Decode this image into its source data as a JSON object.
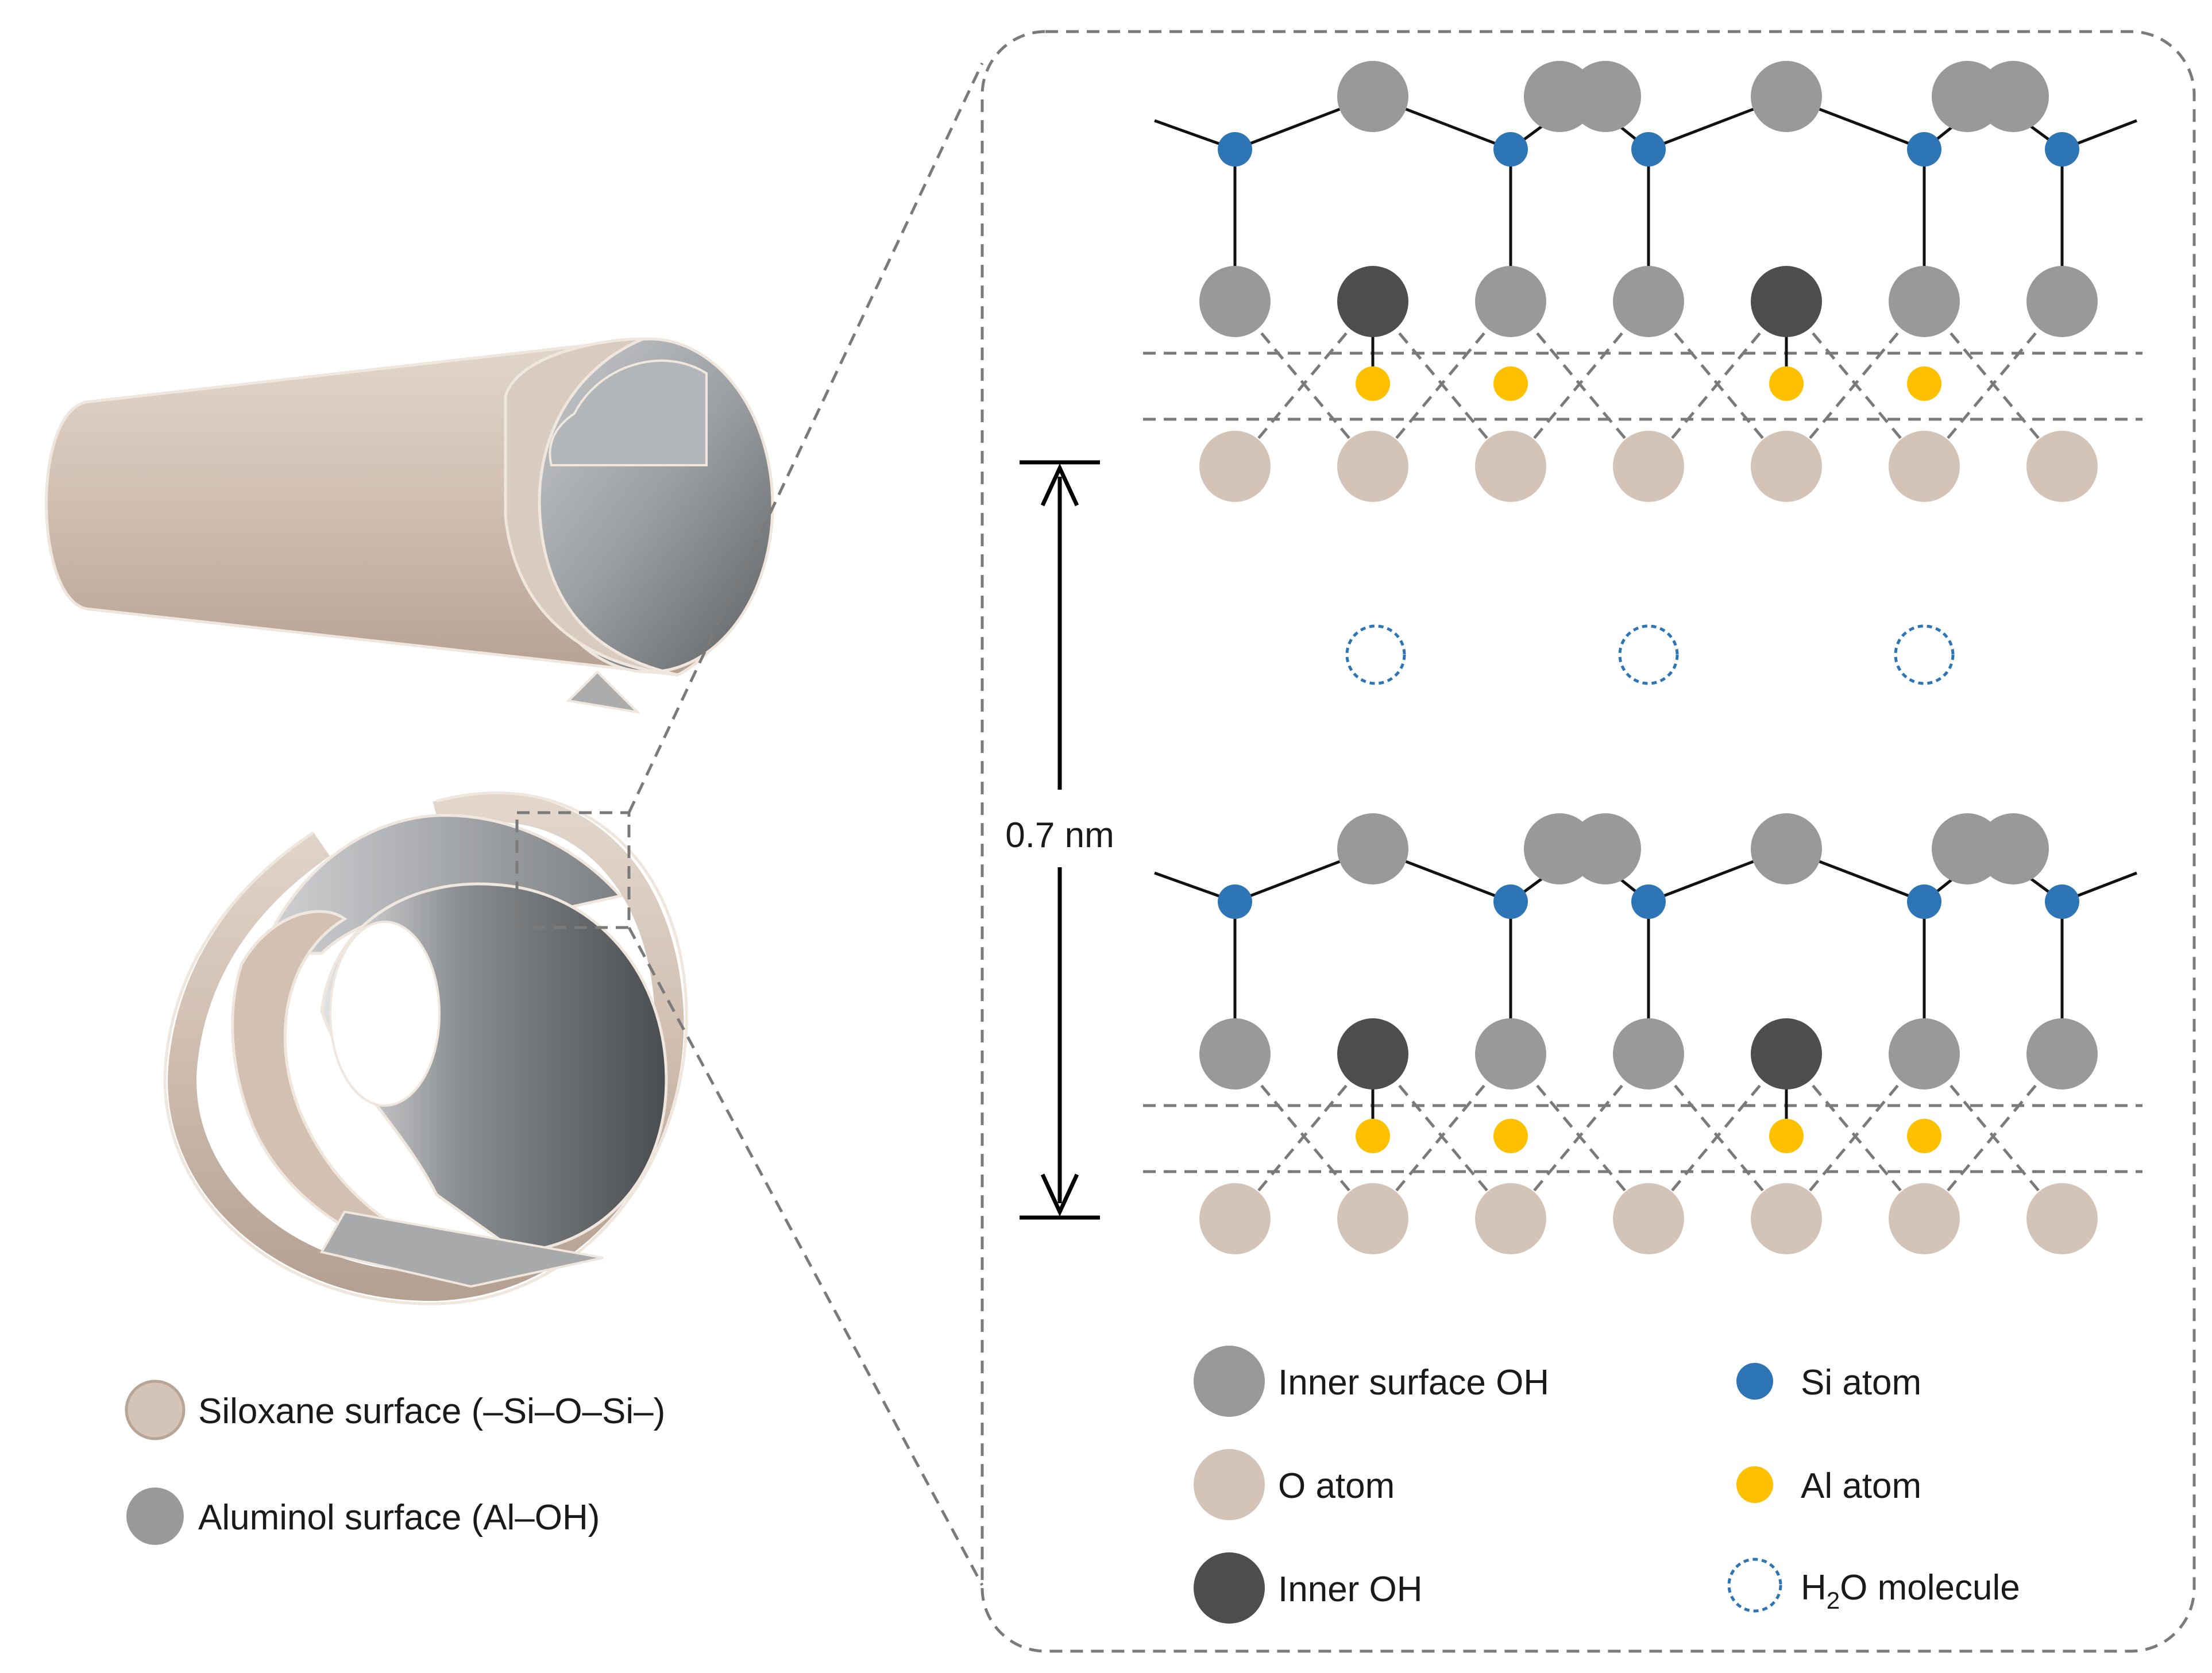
{
  "colors": {
    "siloxane": "#d4c4b8",
    "siloxane_edge": "#b8a595",
    "aluminol": "#9a9a9a",
    "inner_surface_oh": "#999999",
    "o_atom": "#d4c4b8",
    "inner_oh": "#4e4e4e",
    "si_atom": "#2e75b6",
    "al_atom": "#ffc000",
    "h2o": "#2e75b6",
    "bond": "#111111",
    "dash": "#7a7a7a"
  },
  "left_legend": {
    "siloxane_label": "Siloxane surface (–Si–O–Si–)",
    "aluminol_label": "Aluminol surface (Al–OH)"
  },
  "scale": {
    "label": "0.7 nm"
  },
  "legend": {
    "inner_surface_oh": "Inner surface OH",
    "o_atom": "O atom",
    "inner_oh": "Inner OH",
    "si_atom": "Si atom",
    "al_atom": "Al atom",
    "h2o_prefix": "H",
    "h2o_sub": "2",
    "h2o_suffix": "O molecule"
  }
}
